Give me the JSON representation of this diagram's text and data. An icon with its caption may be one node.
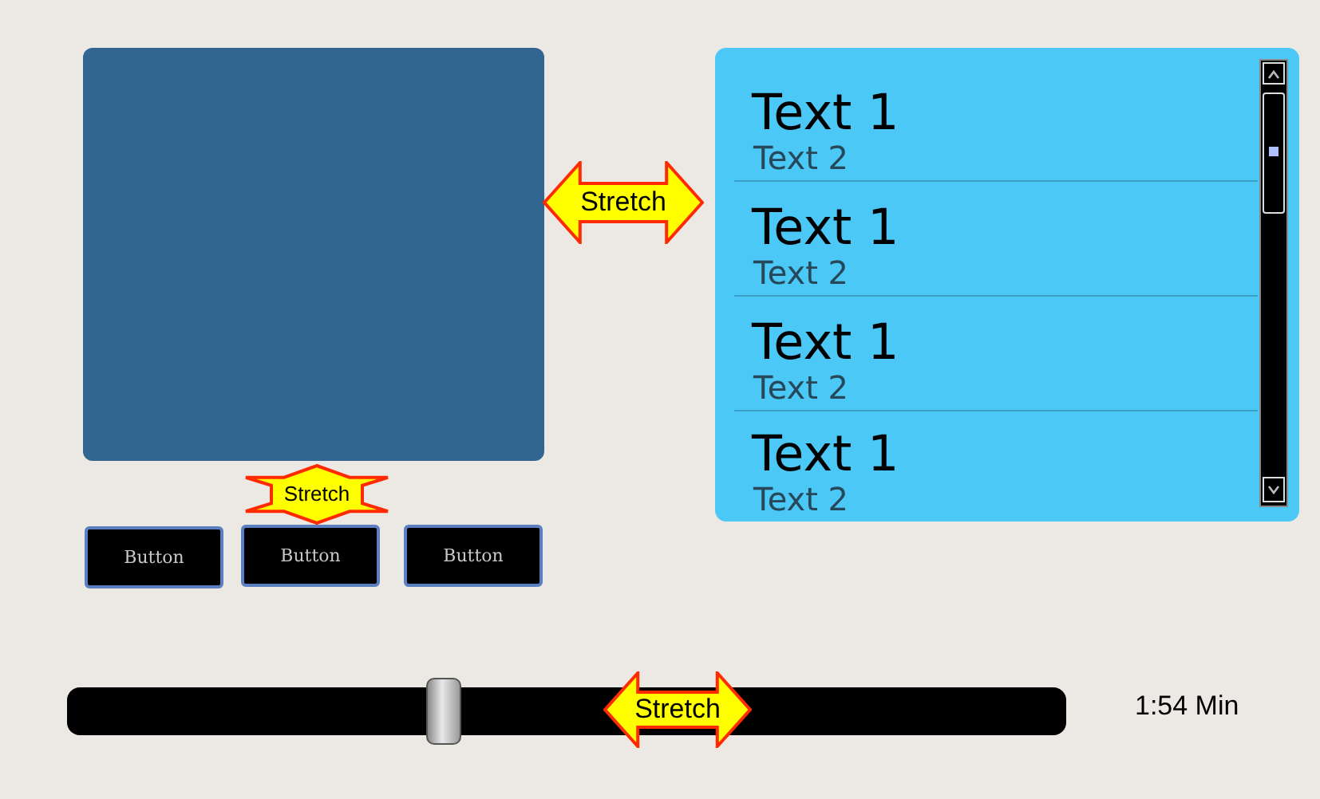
{
  "diagram": {
    "nodes": [
      {
        "text": [],
        "shape": "box"
      },
      {
        "text": [
          "Text 1",
          "Text 2"
        ],
        "in": 0
      },
      {
        "text": [
          "Text 1",
          "Text 2"
        ],
        "in": 0
      },
      {
        "text": [
          "Text 1",
          "Text 2"
        ],
        "in": 0
      },
      {
        "text": [
          "Text 1",
          "Text 2"
        ],
        "in": 0
      },
      {
        "text": [
          "Stretch"
        ]
      },
      {
        "text": [
          "Stretch"
        ]
      },
      {
        "text": [
          "Button"
        ]
      },
      {
        "text": [
          "Button"
        ]
      },
      {
        "text": [
          "Button"
        ]
      },
      {
        "text": [
          "Stretch"
        ]
      }
    ],
    "edges": [],
    "labels": [
      "1:54 Min"
    ]
  }
}
